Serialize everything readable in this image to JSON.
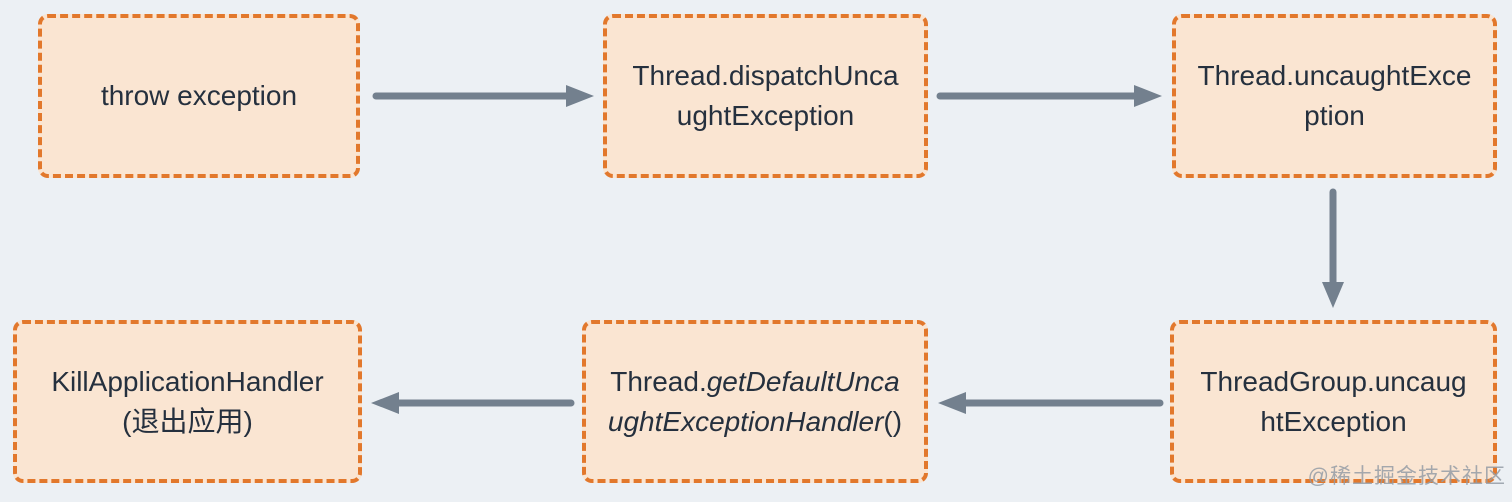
{
  "diagram": {
    "type": "flowchart",
    "topic": "Android/Java uncaught exception dispatch flow",
    "nodes": [
      {
        "id": "throw-exception",
        "label": "throw exception",
        "lines": [
          [
            {
              "text": "throw exception",
              "italic": false
            }
          ]
        ]
      },
      {
        "id": "thread-dispatch-uncaught-exception",
        "label": "Thread.dispatchUncaughtException",
        "lines": [
          [
            {
              "text": "Thread.dispatchUnca",
              "italic": false
            }
          ],
          [
            {
              "text": "ughtException",
              "italic": false
            }
          ]
        ]
      },
      {
        "id": "thread-uncaught-exception",
        "label": "Thread.uncaughtException",
        "lines": [
          [
            {
              "text": "Thread.uncaughtExce",
              "italic": false
            }
          ],
          [
            {
              "text": "ption",
              "italic": false
            }
          ]
        ]
      },
      {
        "id": "thread-group-uncaught-exception",
        "label": "ThreadGroup.uncaughtException",
        "lines": [
          [
            {
              "text": "ThreadGroup.uncaug",
              "italic": false
            }
          ],
          [
            {
              "text": "htException",
              "italic": false
            }
          ]
        ]
      },
      {
        "id": "thread-get-default-uncaught-exception-handler",
        "label": "Thread.getDefaultUncaughtExceptionHandler()",
        "lines": [
          [
            {
              "text": "Thread.",
              "italic": false
            },
            {
              "text": "getDefaultUnca",
              "italic": true
            }
          ],
          [
            {
              "text": "ughtExceptionHandler",
              "italic": true
            },
            {
              "text": "()",
              "italic": false
            }
          ]
        ]
      },
      {
        "id": "kill-application-handler",
        "label": "KillApplicationHandler (退出应用)",
        "lines": [
          [
            {
              "text": "KillApplicationHandler",
              "italic": false
            }
          ],
          [
            {
              "text": "(退出应用)",
              "italic": false
            }
          ]
        ]
      }
    ],
    "edges": [
      {
        "from": "throw-exception",
        "to": "thread-dispatch-uncaught-exception",
        "direction": "right"
      },
      {
        "from": "thread-dispatch-uncaught-exception",
        "to": "thread-uncaught-exception",
        "direction": "right"
      },
      {
        "from": "thread-uncaught-exception",
        "to": "thread-group-uncaught-exception",
        "direction": "down"
      },
      {
        "from": "thread-group-uncaught-exception",
        "to": "thread-get-default-uncaught-exception-handler",
        "direction": "left"
      },
      {
        "from": "thread-get-default-uncaught-exception-handler",
        "to": "kill-application-handler",
        "direction": "left"
      }
    ],
    "watermark": "@稀土掘金技术社区",
    "colors": {
      "background": "#ECF0F4",
      "node_fill": "#FAE5D2",
      "node_border": "#E2782C",
      "node_text": "#25303E",
      "arrow": "#73808E",
      "watermark": "#949CA6"
    }
  }
}
